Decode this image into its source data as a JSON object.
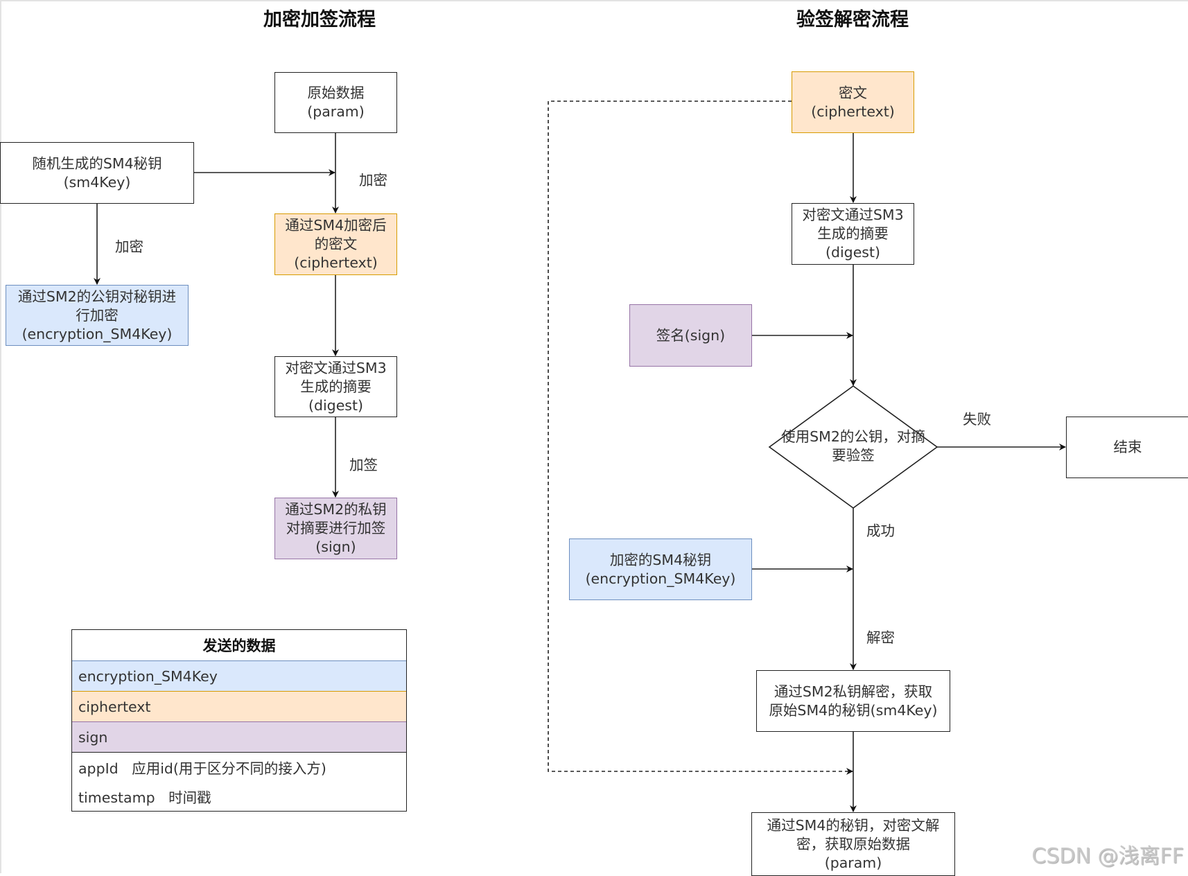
{
  "titles": {
    "left": "加密加签流程",
    "right": "验签解密流程"
  },
  "encrypt_flow": {
    "original_data": [
      "原始数据",
      "(param)"
    ],
    "random_key": [
      "随机生成的SM4秘钥",
      "(sm4Key)"
    ],
    "sm4_ciphertext": [
      "通过SM4加密后",
      "的密文",
      "(ciphertext)"
    ],
    "sm2_encrypt_key": [
      "通过SM2的公钥对秘钥进",
      "行加密",
      "(encryption_SM4Key)"
    ],
    "sm3_digest": [
      "对密文通过SM3",
      "生成的摘要",
      "(digest)"
    ],
    "sm2_sign": [
      "通过SM2的私钥",
      "对摘要进行加签",
      "(sign)"
    ],
    "edge_labels": {
      "encrypt_top": "加密",
      "encrypt_left": "加密",
      "sign": "加签"
    }
  },
  "sent_data_table": {
    "header": "发送的数据",
    "rows": [
      {
        "text": "encryption_SM4Key",
        "color": "blue"
      },
      {
        "text": "ciphertext",
        "color": "orange"
      },
      {
        "text": "sign",
        "color": "purple"
      },
      {
        "text": "appId   应用id(用于区分不同的接入方)",
        "color": "none"
      },
      {
        "text": "timestamp   时间戳",
        "color": "none"
      }
    ]
  },
  "verify_flow": {
    "ciphertext": [
      "密文",
      "(ciphertext)"
    ],
    "sm3_digest": [
      "对密文通过SM3",
      "生成的摘要",
      "(digest)"
    ],
    "signature": [
      "签名(sign)"
    ],
    "verify_decision": [
      "使用SM2的公钥，对摘",
      "要验签"
    ],
    "end": [
      "结束"
    ],
    "encrypted_key": [
      "加密的SM4秘钥",
      "(encryption_SM4Key)"
    ],
    "sm2_decrypt": [
      "通过SM2私钥解密，获取",
      "原始SM4的秘钥(sm4Key)"
    ],
    "sm4_decrypt": [
      "通过SM4的秘钥，对密文解",
      "密，获取原始数据",
      "(param)"
    ],
    "edge_labels": {
      "fail": "失败",
      "success": "成功",
      "decrypt": "解密"
    }
  },
  "colors": {
    "orange_fill": "#ffe6cc",
    "orange_stroke": "#d79b00",
    "blue_fill": "#dae8fc",
    "blue_stroke": "#6c8ebf",
    "purple_fill": "#e1d5e7",
    "purple_stroke": "#9673a6"
  },
  "watermark": "CSDN @浅离FF"
}
